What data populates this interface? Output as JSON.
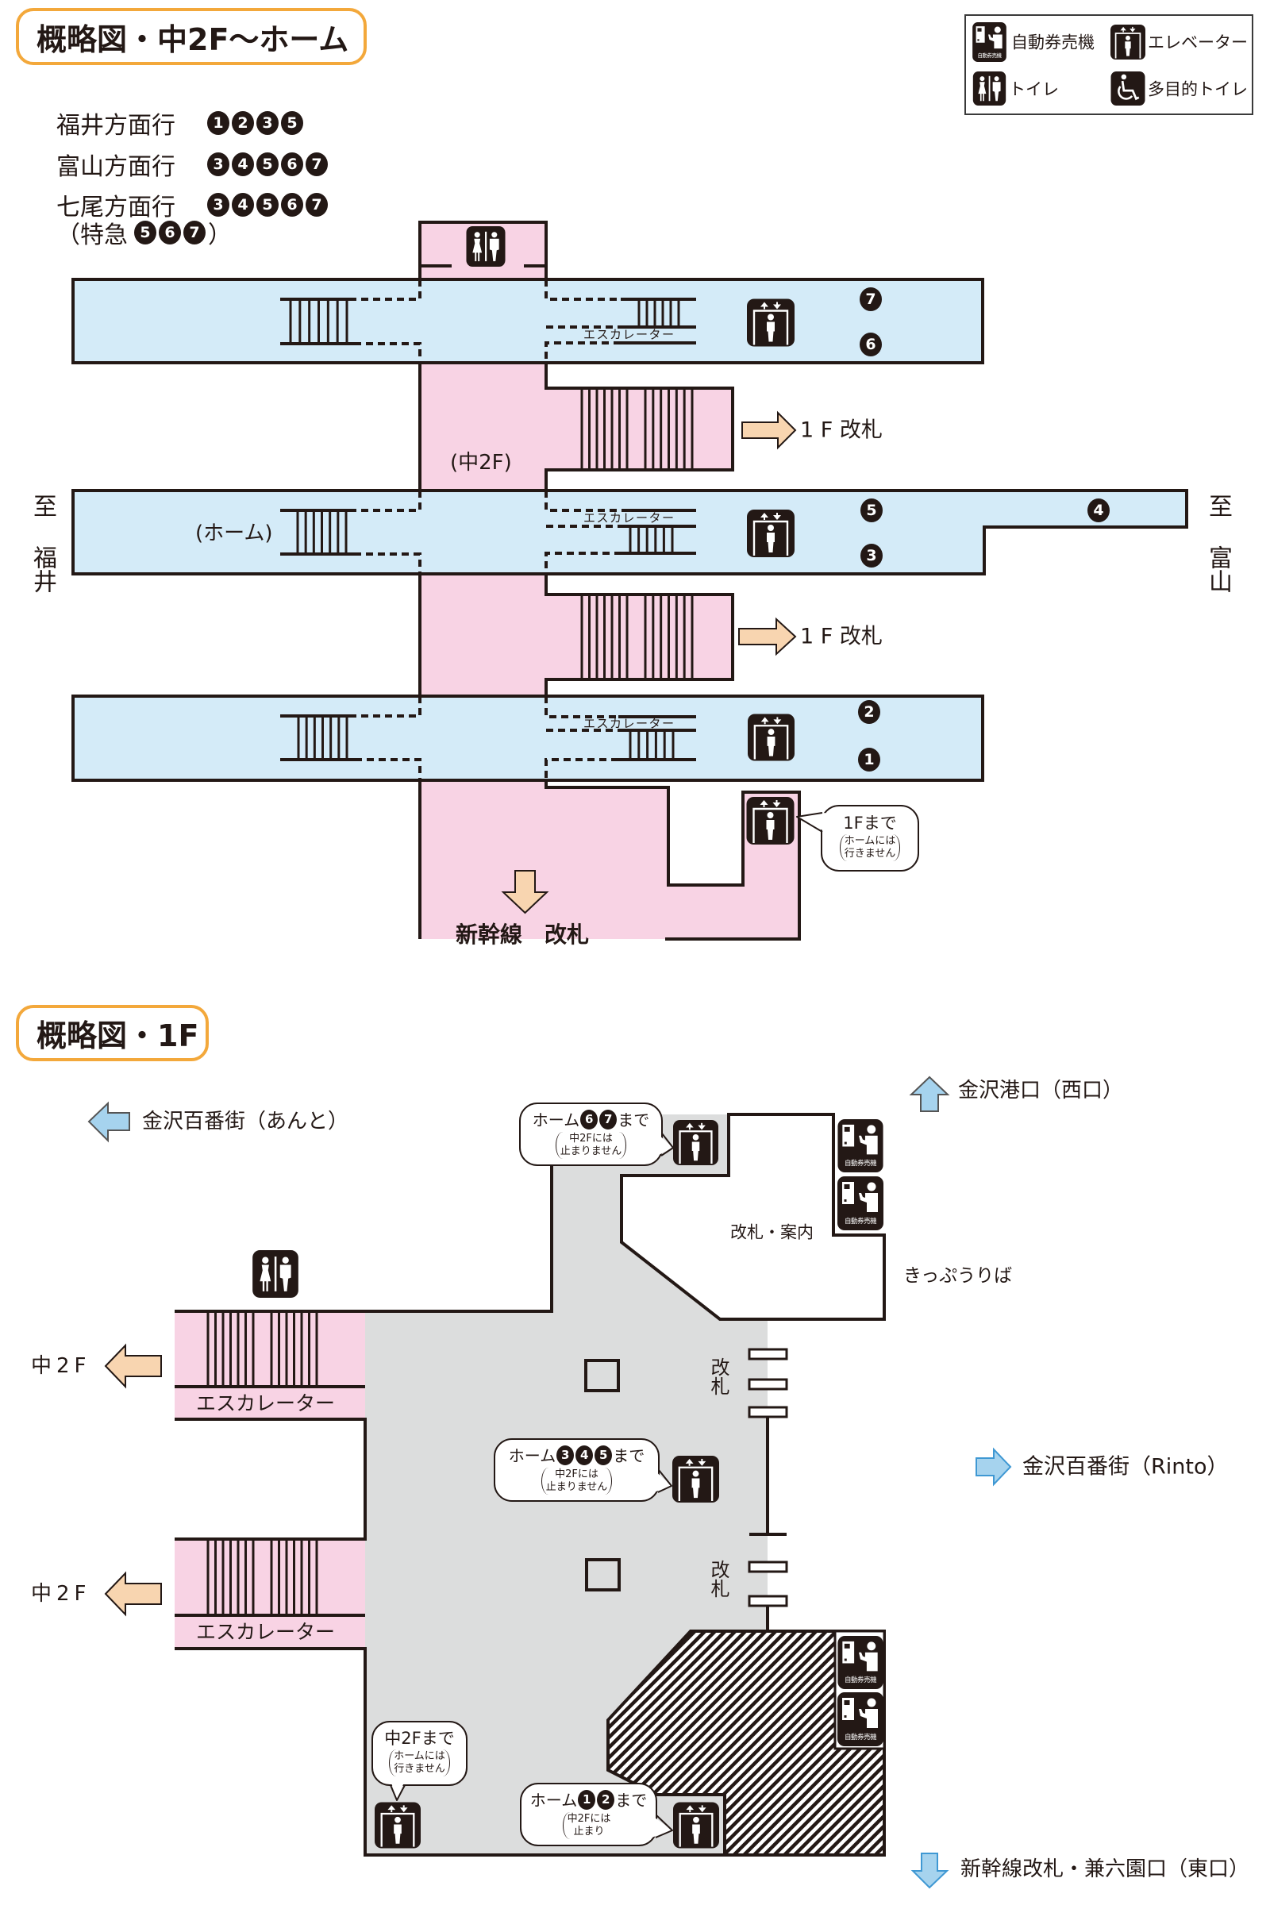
{
  "upper_map": {
    "title": "概略図・中2F〜ホーム",
    "destinations": [
      {
        "label": "福井方面行",
        "tracks": [
          "1",
          "2",
          "3",
          "5"
        ]
      },
      {
        "label": "富山方面行",
        "tracks": [
          "3",
          "4",
          "5",
          "6",
          "7"
        ]
      },
      {
        "label": "七尾方面行",
        "tracks": [
          "3",
          "4",
          "5",
          "6",
          "7"
        ]
      }
    ],
    "limited_express": {
      "open": "（",
      "label": "特急",
      "tracks": [
        "5",
        "6",
        "7"
      ],
      "close": "）"
    },
    "toward_left": "至 福井",
    "toward_right": "至 富山",
    "mezzanine_label": "(中2F)",
    "platform_label": "(ホーム)",
    "escalator_label": "エスカレーター",
    "exit_label": "1 F 改札",
    "shinkansen_gate_label": "新幹線　改札",
    "platforms": [
      {
        "track_upper": "7",
        "track_lower": "6"
      },
      {
        "track_upper": "5",
        "track_lower": "3",
        "track_extension": "4"
      },
      {
        "track_upper": "2",
        "track_lower": "1"
      }
    ],
    "elevator_note": {
      "main": "1Fまで",
      "sub": [
        "ホームには",
        "行きません"
      ]
    }
  },
  "legend": {
    "items": [
      {
        "icon": "ticket-machine-icon",
        "label": "自動券売機",
        "icon_caption": "自動券売機"
      },
      {
        "icon": "elevator-icon",
        "label": "エレベーター"
      },
      {
        "icon": "restroom-icon",
        "label": "トイレ"
      },
      {
        "icon": "accessible-restroom-icon",
        "label": "多目的トイレ"
      }
    ]
  },
  "lower_map": {
    "title": "概略図・1F",
    "exits": {
      "west": "金沢港口（西口）",
      "anto": "金沢百番街（あんと）",
      "rinto": "金沢百番街（Rinto）",
      "east": "新幹線改札・兼六園口（東口）"
    },
    "to_mezzanine": "中2F",
    "escalator_label": "エスカレーター",
    "gate_and_info": "改札・案内",
    "ticket_office": "きっぷうりば",
    "gate_label": "改札",
    "ticket_machine_caption": "自動券売機",
    "elevator_notes": {
      "tracks_6_7": {
        "prefix": "ホーム",
        "tracks": [
          "6",
          "7"
        ],
        "suffix": "まで",
        "sub": [
          "中2Fには",
          "止まりません"
        ]
      },
      "tracks_3_4_5": {
        "prefix": "ホーム",
        "tracks": [
          "3",
          "4",
          "5"
        ],
        "suffix": "まで",
        "sub": [
          "中2Fには",
          "止まりません"
        ]
      },
      "tracks_1_2": {
        "prefix": "ホーム",
        "tracks": [
          "1",
          "2"
        ],
        "suffix": "まで",
        "sub": [
          "中2Fには",
          "止まり"
        ]
      },
      "mezzanine_only": {
        "main": "中2Fまで",
        "sub": [
          "ホームには",
          "行きません"
        ]
      }
    }
  },
  "colors": {
    "concourse_pink": "#F8D3E4",
    "platform_blue": "#D4EBF8",
    "floor_grey": "#DCDDDD",
    "title_orange": "#F3A83B",
    "line_dark": "#231815",
    "arrow_peach": "#F8D5B0",
    "arrow_blue": "#A6D3EE"
  }
}
